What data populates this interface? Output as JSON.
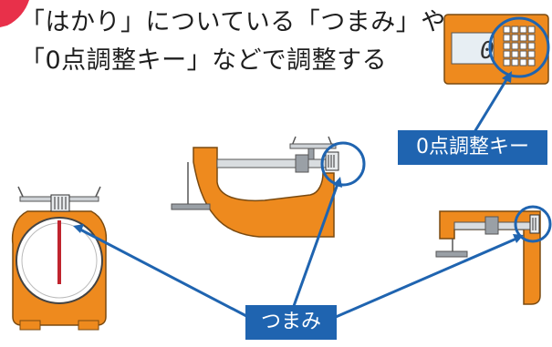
{
  "heading": {
    "line1": "「はかり」についている「つまみ」や",
    "line2": "「0点調整キー」などで調整する"
  },
  "labels": {
    "zero_adjust_key": "0点調整キー",
    "knob": "つまみ"
  },
  "digital_display": {
    "digit": "0"
  },
  "colors": {
    "scale_orange": "#ee8a1e",
    "callout_blue": "#1f64b0",
    "corner_red": "#e8304a",
    "steel_gray": "#9aa0a6"
  }
}
